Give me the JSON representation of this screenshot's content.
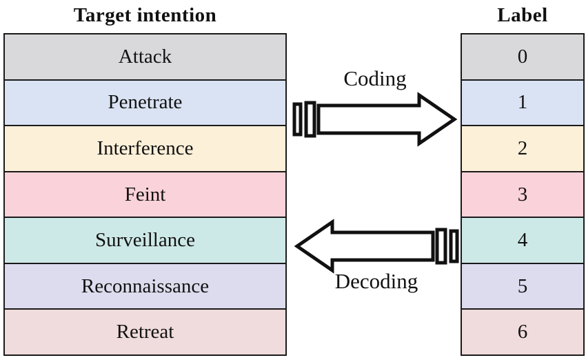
{
  "diagram": {
    "left_header": "Target intention",
    "right_header": "Label",
    "coding_label": "Coding",
    "decoding_label": "Decoding",
    "border_color": "#1a1a1a",
    "rows": [
      {
        "intention": "Attack",
        "label": "0",
        "color": "#d9d9dc"
      },
      {
        "intention": "Penetrate",
        "label": "1",
        "color": "#dae3f3"
      },
      {
        "intention": "Interference",
        "label": "2",
        "color": "#fdf0d9"
      },
      {
        "intention": "Feint",
        "label": "3",
        "color": "#fad2d9"
      },
      {
        "intention": "Surveillance",
        "label": "4",
        "color": "#cde9e7"
      },
      {
        "intention": "Reconnaissance",
        "label": "5",
        "color": "#dddcee"
      },
      {
        "intention": "Retreat",
        "label": "6",
        "color": "#f0dcdc"
      }
    ]
  }
}
